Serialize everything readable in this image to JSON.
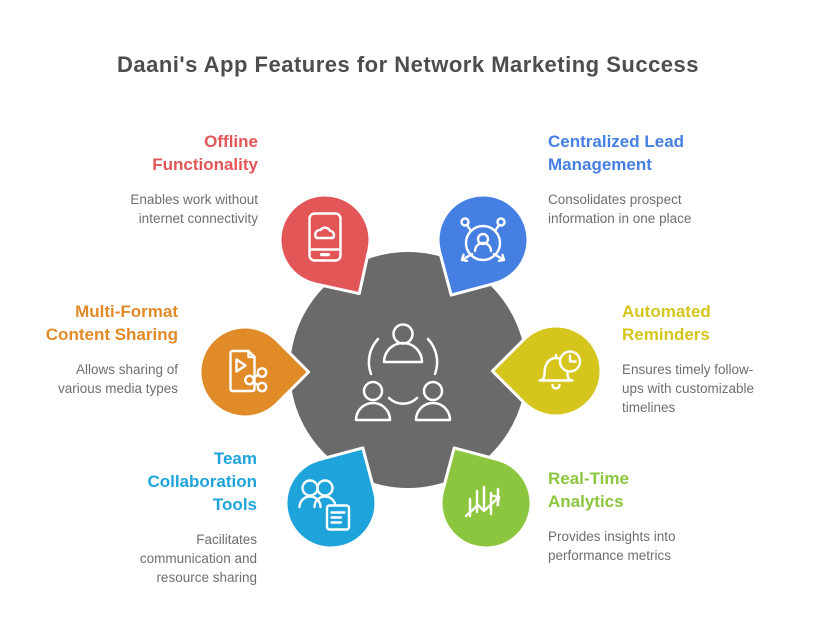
{
  "title": "Daani's App Features for Network Marketing Success",
  "colors": {
    "title_text": "#4D4D4D",
    "description_text": "#6E6E6E",
    "center_hub": "#6A6A6A",
    "icon_stroke": "#FFFFFF"
  },
  "center": {
    "icon": "team-connection-icon"
  },
  "features": [
    {
      "id": "offline-functionality",
      "title_lines": [
        "Offline",
        "Functionality"
      ],
      "description_lines": [
        "Enables work without",
        "internet connectivity"
      ],
      "color": "#E25658",
      "icon": "smartphone-cloud-icon"
    },
    {
      "id": "centralized-lead-management",
      "title_lines": [
        "Centralized Lead",
        "Management"
      ],
      "description_lines": [
        "Consolidates prospect",
        "information in one place"
      ],
      "color": "#467FE2",
      "icon": "lead-network-icon"
    },
    {
      "id": "multi-format-content-sharing",
      "title_lines": [
        "Multi-Format",
        "Content Sharing"
      ],
      "description_lines": [
        "Allows sharing of",
        "various media types"
      ],
      "color": "#E18A28",
      "icon": "media-file-share-icon"
    },
    {
      "id": "automated-reminders",
      "title_lines": [
        "Automated",
        "Reminders"
      ],
      "description_lines": [
        "Ensures timely follow-",
        "ups with customizable",
        "timelines"
      ],
      "color": "#D5C51D",
      "icon": "bell-clock-icon"
    },
    {
      "id": "team-collaboration-tools",
      "title_lines": [
        "Team",
        "Collaboration",
        "Tools"
      ],
      "description_lines": [
        "Facilitates",
        "communication and",
        "resource sharing"
      ],
      "color": "#1FA3DB",
      "icon": "team-document-icon"
    },
    {
      "id": "real-time-analytics",
      "title_lines": [
        "Real-Time",
        "Analytics"
      ],
      "description_lines": [
        "Provides insights into",
        "performance metrics"
      ],
      "color": "#8CC63F",
      "icon": "analytics-chart-icon"
    }
  ]
}
